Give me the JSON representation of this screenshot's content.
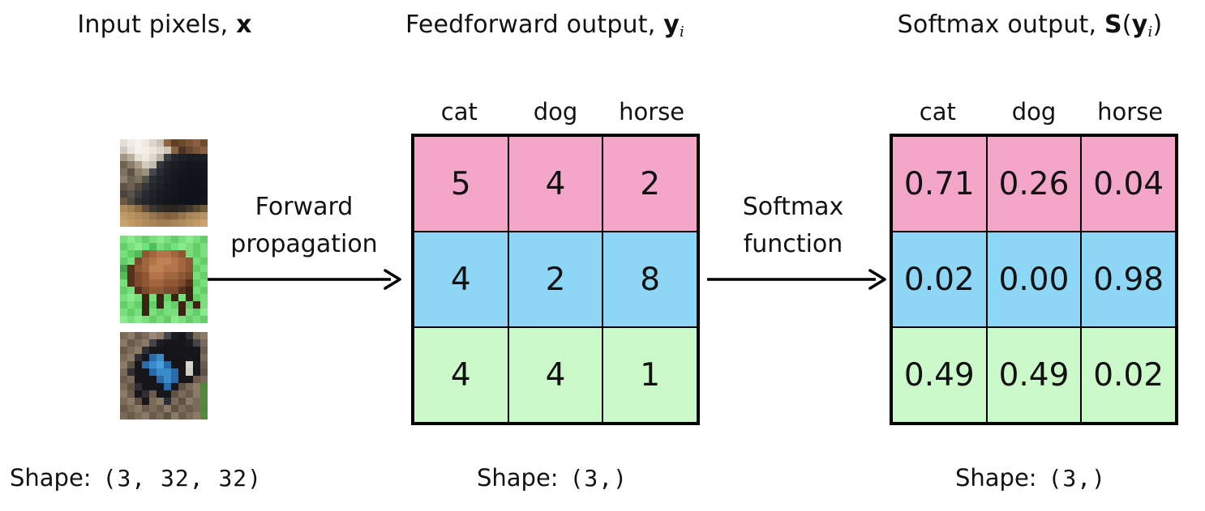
{
  "titles": {
    "input": {
      "text": "Input pixels, ",
      "math": "x"
    },
    "feedforward": {
      "text": "Feedforward output, ",
      "math": "y",
      "sub": "i"
    },
    "softmax": {
      "text": "Softmax output, ",
      "math_s": "S",
      "paren_open": "(",
      "math_y": "y",
      "sub": "i",
      "paren_close": ")"
    }
  },
  "arrows": {
    "forward": {
      "line1": "Forward",
      "line2": "propagation"
    },
    "softmax": {
      "line1": "Softmax",
      "line2": "function"
    }
  },
  "matrices": {
    "feedforward": {
      "headers": [
        "cat",
        "dog",
        "horse"
      ],
      "rows": [
        [
          "5",
          "4",
          "2"
        ],
        [
          "4",
          "2",
          "8"
        ],
        [
          "4",
          "4",
          "1"
        ]
      ]
    },
    "softmax": {
      "headers": [
        "cat",
        "dog",
        "horse"
      ],
      "rows": [
        [
          "0.71",
          "0.26",
          "0.04"
        ],
        [
          "0.02",
          "0.00",
          "0.98"
        ],
        [
          "0.49",
          "0.49",
          "0.02"
        ]
      ]
    }
  },
  "shapes": {
    "input": {
      "label": "Shape:",
      "value": "(3, 32, 32)"
    },
    "feedforward": {
      "label": "Shape:",
      "value": "(3,)"
    },
    "softmax": {
      "label": "Shape:",
      "value": "(3,)"
    }
  },
  "colors": {
    "row_colors": [
      "#f4a6c8",
      "#8dd6f5",
      "#ccf9ca"
    ],
    "border": "#000000",
    "text": "#111111",
    "background": "#ffffff"
  },
  "chart_data": [
    {
      "type": "table",
      "title": "Feedforward output, y_i",
      "columns": [
        "cat",
        "dog",
        "horse"
      ],
      "rows": [
        [
          5,
          4,
          2
        ],
        [
          4,
          2,
          8
        ],
        [
          4,
          4,
          1
        ]
      ],
      "row_colors": [
        "pink",
        "blue",
        "green"
      ]
    },
    {
      "type": "table",
      "title": "Softmax output, S(y_i)",
      "columns": [
        "cat",
        "dog",
        "horse"
      ],
      "rows": [
        [
          0.71,
          0.26,
          0.04
        ],
        [
          0.02,
          0.0,
          0.98
        ],
        [
          0.49,
          0.49,
          0.02
        ]
      ],
      "row_colors": [
        "pink",
        "blue",
        "green"
      ]
    }
  ],
  "images": [
    {
      "name": "cat-image",
      "alt": "cat",
      "pixels": [
        [
          "#e2ded6",
          "#efece5",
          "#f5f2ec",
          "#efe9e0",
          "#ddd6cc",
          "#c9c2b6",
          "#8a6544",
          "#5e4026",
          "#6b4a2c",
          "#7c5634",
          "#8a6040",
          "#6e4c30"
        ],
        [
          "#cfc9bf",
          "#e9e5dd",
          "#f5f2ec",
          "#f2efe8",
          "#ece6dd",
          "#e0d9cf",
          "#cfc7ba",
          "#8a6544",
          "#4e3420",
          "#684830",
          "#7a5436",
          "#8a6040"
        ],
        [
          "#a39683",
          "#baaf9d",
          "#e5e0d6",
          "#efebe2",
          "#ded7cb",
          "#bab2a4",
          "#3a3c44",
          "#24262e",
          "#1e2028",
          "#1a1c24",
          "#191b23",
          "#1b1d25"
        ],
        [
          "#6e6251",
          "#8a7d6a",
          "#aa9d89",
          "#d2ccc0",
          "#c2bbaf",
          "#34363e",
          "#212329",
          "#1b1d25",
          "#17191f",
          "#15171d",
          "#14161c",
          "#16181e"
        ],
        [
          "#7d7060",
          "#5e5446",
          "#8d806c",
          "#9d907c",
          "#44464e",
          "#272930",
          "#1d1f26",
          "#18191f",
          "#14161c",
          "#13151b",
          "#12141a",
          "#14161c"
        ],
        [
          "#8d806c",
          "#6e6251",
          "#7d7060",
          "#57524a",
          "#2c2e35",
          "#212329",
          "#1a1c22",
          "#16181e",
          "#13151b",
          "#12141a",
          "#11131a",
          "#13151b"
        ],
        [
          "#5e5446",
          "#6e6251",
          "#504840",
          "#35363c",
          "#25272e",
          "#1d1f26",
          "#17191f",
          "#14161c",
          "#12141a",
          "#11131a",
          "#10121a",
          "#12141a"
        ],
        [
          "#4c443a",
          "#57524a",
          "#3c3c40",
          "#292a30",
          "#1f2127",
          "#191b21",
          "#15171d",
          "#13151b",
          "#11131a",
          "#10121a",
          "#10121a",
          "#11131a"
        ],
        [
          "#6e5a42",
          "#504840",
          "#32302f",
          "#25262a",
          "#1c1e23",
          "#17191f",
          "#14161c",
          "#12141a",
          "#11131a",
          "#10121a",
          "#11131a",
          "#13151b"
        ],
        [
          "#b08a58",
          "#a27f51",
          "#8c6c45",
          "#604b34",
          "#3c352c",
          "#2f2b26",
          "#2b2823",
          "#292622",
          "#2f2b25",
          "#403729",
          "#57492f",
          "#6e5a3a"
        ],
        [
          "#c29a64",
          "#ba9260",
          "#b08a58",
          "#a8845a",
          "#977450",
          "#8c6a44",
          "#806040",
          "#87663f",
          "#97744c",
          "#a8845a",
          "#b08a58",
          "#b89264"
        ],
        [
          "#caa270",
          "#c29a64",
          "#ba9260",
          "#b08a58",
          "#a8845a",
          "#a27f51",
          "#a27f51",
          "#a8845a",
          "#b08a58",
          "#b89264",
          "#c29a64",
          "#caa270"
        ]
      ]
    },
    {
      "name": "horse-image",
      "alt": "horse",
      "pixels": [
        [
          "#79df7d",
          "#8cea8e",
          "#79df7d",
          "#64cf68",
          "#79df7d",
          "#8cea8e",
          "#79df7d",
          "#64cf68",
          "#79df7d",
          "#8cea8e",
          "#79df7d",
          "#64cf68"
        ],
        [
          "#64cf68",
          "#79df7d",
          "#8cea8e",
          "#79df7d",
          "#55bb59",
          "#79df7d",
          "#64cf68",
          "#79df7d",
          "#8cea8e",
          "#79df7d",
          "#64cf68",
          "#79df7d"
        ],
        [
          "#79df7d",
          "#64cf68",
          "#55bb59",
          "#8f5835",
          "#a2663e",
          "#b27448",
          "#b27448",
          "#a2663e",
          "#8f5835",
          "#79df7d",
          "#64cf68",
          "#79df7d"
        ],
        [
          "#64cf68",
          "#79df7d",
          "#7c4a2c",
          "#a2663e",
          "#b27448",
          "#c08254",
          "#c08254",
          "#b27448",
          "#a2663e",
          "#8f5835",
          "#79df7d",
          "#64cf68"
        ],
        [
          "#4a9e4e",
          "#55301c",
          "#8f5835",
          "#a2663e",
          "#c08254",
          "#c08254",
          "#b27448",
          "#b27448",
          "#a2663e",
          "#8f5835",
          "#64cf68",
          "#79df7d"
        ],
        [
          "#55bb59",
          "#55301c",
          "#7c4a2c",
          "#8f5835",
          "#b27448",
          "#b27448",
          "#a2663e",
          "#a2663e",
          "#8f5835",
          "#7c4a2c",
          "#79df7d",
          "#64cf68"
        ],
        [
          "#79df7d",
          "#55301c",
          "#7c4a2c",
          "#8f5835",
          "#a2663e",
          "#a2663e",
          "#8f5835",
          "#8f5835",
          "#7c4a2c",
          "#55301c",
          "#64cf68",
          "#79df7d"
        ],
        [
          "#64cf68",
          "#79df7d",
          "#55301c",
          "#7c4a2c",
          "#8f5835",
          "#8f5835",
          "#7c4a2c",
          "#7c4a2c",
          "#55301c",
          "#3c2414",
          "#79df7d",
          "#64cf68"
        ],
        [
          "#79df7d",
          "#8cea8e",
          "#79df7d",
          "#3c2414",
          "#79df7d",
          "#3c2414",
          "#64cf68",
          "#3c2414",
          "#79df7d",
          "#3c2414",
          "#64cf68",
          "#79df7d"
        ],
        [
          "#64cf68",
          "#79df7d",
          "#64cf68",
          "#3c2414",
          "#64cf68",
          "#3c2414",
          "#79df7d",
          "#64cf68",
          "#3c2414",
          "#64cf68",
          "#3c2414",
          "#79df7d"
        ],
        [
          "#79df7d",
          "#64cf68",
          "#79df7d",
          "#3c2414",
          "#79df7d",
          "#64cf68",
          "#79df7d",
          "#79df7d",
          "#3c2414",
          "#79df7d",
          "#64cf68",
          "#8cea8e"
        ],
        [
          "#8cea8e",
          "#79df7d",
          "#8cea8e",
          "#79df7d",
          "#64cf68",
          "#79df7d",
          "#64cf68",
          "#8cea8e",
          "#79df7d",
          "#64cf68",
          "#79df7d",
          "#64cf68"
        ]
      ]
    },
    {
      "name": "dog-image",
      "alt": "dog",
      "pixels": [
        [
          "#7a6a58",
          "#8a7a66",
          "#6a5c4c",
          "#7a6a58",
          "#97887a",
          "#8a7a66",
          "#44444a",
          "#1c1c22",
          "#17171b",
          "#2e2e34",
          "#7a6a58",
          "#8a7a66"
        ],
        [
          "#8a7a66",
          "#6a5c4c",
          "#7a6a58",
          "#8a7a66",
          "#44444a",
          "#1c1c22",
          "#17171b",
          "#15151a",
          "#17171b",
          "#1c1c22",
          "#44444a",
          "#7a6a58"
        ],
        [
          "#6a5c4c",
          "#7a6a58",
          "#8a7a66",
          "#2e2e34",
          "#17171b",
          "#15151a",
          "#14141a",
          "#15151a",
          "#17171b",
          "#15151a",
          "#17171b",
          "#6a5c4c"
        ],
        [
          "#7a6a58",
          "#8a7a66",
          "#2e2e34",
          "#17171b",
          "#2a6aa8",
          "#3a8cc8",
          "#15151a",
          "#14141a",
          "#15151a",
          "#17171b",
          "#15151a",
          "#7a6a58"
        ],
        [
          "#8a7a66",
          "#5e5244",
          "#17171b",
          "#2a6aa8",
          "#3a8cc8",
          "#46a0dc",
          "#2a6aa8",
          "#15151a",
          "#14141a",
          "#d8d4cc",
          "#17171b",
          "#6a5c4c"
        ],
        [
          "#7a6a58",
          "#2e2e34",
          "#17171b",
          "#15151a",
          "#2a6aa8",
          "#3a8cc8",
          "#3a8cc8",
          "#2a6aa8",
          "#15151a",
          "#d0ccc4",
          "#17171b",
          "#5e5244"
        ],
        [
          "#6a5c4c",
          "#7a6a58",
          "#15151a",
          "#17171b",
          "#15151a",
          "#2a6aa8",
          "#3a8cc8",
          "#2a6aa8",
          "#17171b",
          "#17171b",
          "#6a5c4c",
          "#7a6a58"
        ],
        [
          "#7a6a58",
          "#5e5244",
          "#2e2e34",
          "#15151a",
          "#17171b",
          "#15151a",
          "#2a6aa8",
          "#17171b",
          "#5e5244",
          "#7a6a58",
          "#8a7a66",
          "#4e8a3a"
        ],
        [
          "#8a7a66",
          "#6a5c4c",
          "#17171b",
          "#2e2e34",
          "#6a5c4c",
          "#17171b",
          "#15151a",
          "#5e5244",
          "#7a6a58",
          "#6a5c4c",
          "#8a7a66",
          "#4e8a3a"
        ],
        [
          "#7a6a58",
          "#8a7a66",
          "#5e5244",
          "#17171b",
          "#7a6a58",
          "#8a7a66",
          "#2e2e34",
          "#7a6a58",
          "#5e5244",
          "#8a7a66",
          "#7a6a58",
          "#568a42"
        ],
        [
          "#6a5c4c",
          "#7a6a58",
          "#8a7a66",
          "#6a5c4c",
          "#7a6a58",
          "#6a5c4c",
          "#8a7a66",
          "#5e5244",
          "#7a6a58",
          "#6a5c4c",
          "#7a6a58",
          "#4e8a3a"
        ],
        [
          "#7a6a58",
          "#6a5c4c",
          "#7a6a58",
          "#8a7a66",
          "#6a5c4c",
          "#7a6a58",
          "#5e5244",
          "#8a7a66",
          "#6a5c4c",
          "#7a6a58",
          "#8a7a66",
          "#568a42"
        ]
      ]
    }
  ]
}
